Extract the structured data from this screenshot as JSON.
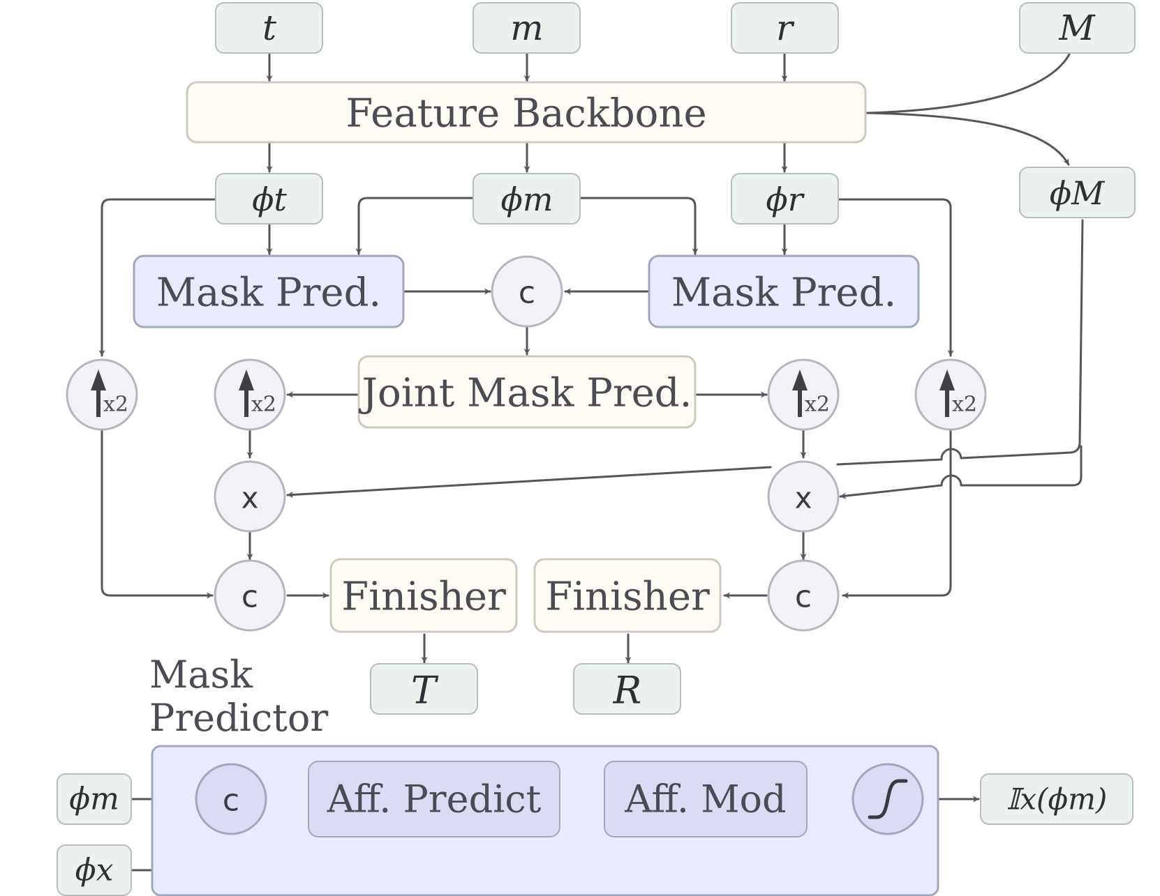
{
  "inputs": {
    "t": "t",
    "m": "m",
    "r": "r",
    "M": "M"
  },
  "features": {
    "phi_t": "ϕt",
    "phi_m": "ϕm",
    "phi_r": "ϕr",
    "phi_M": "ϕM"
  },
  "blocks": {
    "feature_backbone": "Feature Backbone",
    "mask_pred_left": "Mask Pred.",
    "mask_pred_right": "Mask Pred.",
    "joint_mask_pred": "Joint Mask Pred.",
    "finisher_left": "Finisher",
    "finisher_right": "Finisher"
  },
  "operators": {
    "concat": "c",
    "multiply": "x",
    "upsample_factor": "x2"
  },
  "outputs": {
    "T": "T",
    "R": "R"
  },
  "mask_predictor": {
    "title_line1": "Mask",
    "title_line2": "Predictor",
    "input_phi_m": "ϕm",
    "input_phi_x": "ϕx",
    "aff_predict": "Aff. Predict",
    "aff_mod": "Aff. Mod",
    "output": "𝕀x(ϕm)"
  },
  "colors": {
    "tensor_fill": "#ebf1ec",
    "tensor_stroke": "#b7bdb8",
    "backbone_fill": "#fdfbf3",
    "backbone_stroke": "#cfcac0",
    "maskpred_fill": "#e8ebfb",
    "maskpred_stroke": "#a2a7be",
    "op_fill": "#f1f1f6",
    "op_stroke": "#b5b5bf",
    "panel_fill": "#e8ebfb",
    "inner_fill": "#d9dcf2",
    "edge": "#55555b"
  }
}
